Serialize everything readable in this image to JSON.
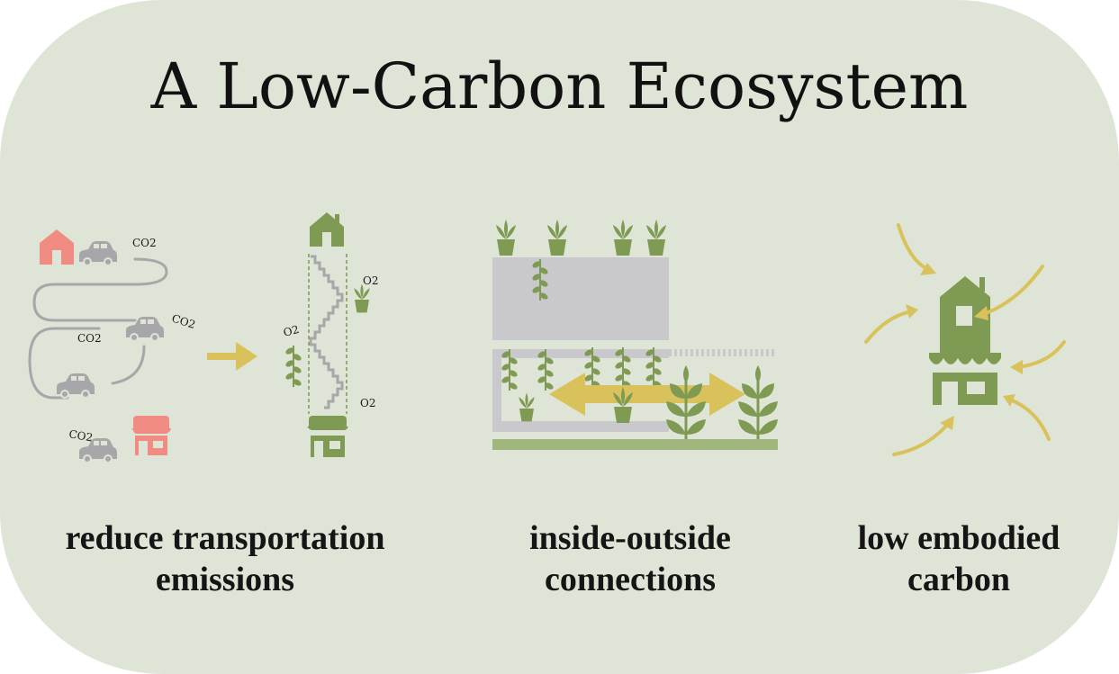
{
  "title": "A Low-Carbon Ecosystem",
  "labels": {
    "co2": "CO2",
    "o2": "O2"
  },
  "captions": [
    {
      "line1": "reduce transportation",
      "line2": "emissions"
    },
    {
      "line1": "inside-outside",
      "line2": "connections"
    },
    {
      "line1": "low embodied",
      "line2": "carbon"
    }
  ],
  "colors": {
    "background": "#dee5d7",
    "green": "#7f9a53",
    "light_green": "#9fb67c",
    "pink": "#f08c82",
    "gray": "#a7a7aa",
    "yellow": "#d9c25b"
  }
}
